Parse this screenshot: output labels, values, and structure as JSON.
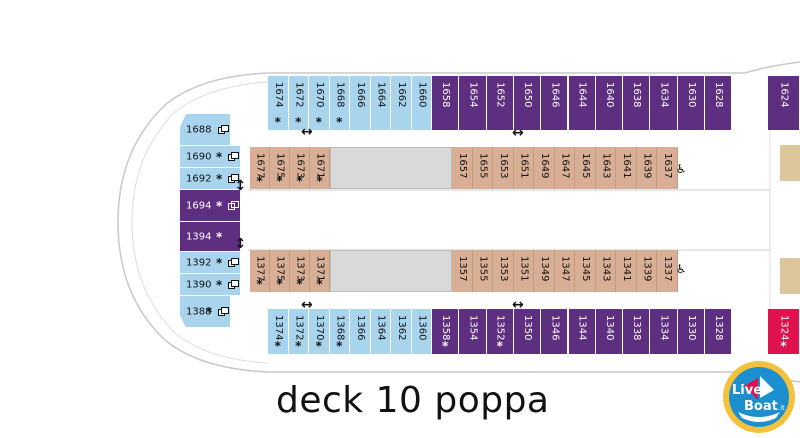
{
  "title": "deck 10 poppa",
  "logo": {
    "line1": "Live",
    "line2": "Boat",
    "suffix": ".it"
  },
  "colors": {
    "blue": "#a9d4ee",
    "purple": "#5e2e80",
    "tan": "#d8ae95",
    "red": "#e0124d",
    "corridor": "#d9d9d9"
  },
  "top_outer": [
    {
      "n": "1674",
      "c": "blue",
      "s": true
    },
    {
      "n": "1672",
      "c": "blue",
      "s": true
    },
    {
      "n": "1670",
      "c": "blue",
      "s": true
    },
    {
      "n": "1668",
      "c": "blue",
      "s": true
    },
    {
      "n": "1666",
      "c": "blue",
      "s": false
    },
    {
      "n": "1664",
      "c": "blue",
      "s": false
    },
    {
      "n": "1662",
      "c": "blue",
      "s": false
    },
    {
      "n": "1660",
      "c": "blue",
      "s": false
    },
    {
      "n": "1658",
      "c": "purple",
      "s": false
    },
    {
      "n": "1654",
      "c": "purple",
      "s": false
    },
    {
      "n": "1652",
      "c": "purple",
      "s": false
    },
    {
      "n": "1650",
      "c": "purple",
      "s": false
    },
    {
      "n": "1646",
      "c": "purple",
      "s": false
    },
    {
      "n": "1644",
      "c": "purple",
      "s": false
    },
    {
      "n": "1640",
      "c": "purple",
      "s": false
    },
    {
      "n": "1638",
      "c": "purple",
      "s": false
    },
    {
      "n": "1634",
      "c": "purple",
      "s": false
    },
    {
      "n": "1630",
      "c": "purple",
      "s": false
    },
    {
      "n": "1628",
      "c": "purple",
      "s": false
    },
    {
      "n": "1624",
      "c": "purple",
      "s": false
    }
  ],
  "top_inner_left": [
    {
      "n": "1677",
      "s": true
    },
    {
      "n": "1675",
      "s": true
    },
    {
      "n": "1673",
      "s": true
    },
    {
      "n": "1671",
      "s": true
    }
  ],
  "top_inner_right": [
    {
      "n": "1657",
      "s": false
    },
    {
      "n": "1655",
      "s": false
    },
    {
      "n": "1653",
      "s": false
    },
    {
      "n": "1651",
      "s": false
    },
    {
      "n": "1649",
      "s": false
    },
    {
      "n": "1647",
      "s": false
    },
    {
      "n": "1645",
      "s": false
    },
    {
      "n": "1643",
      "s": false
    },
    {
      "n": "1641",
      "s": false
    },
    {
      "n": "1639",
      "s": false
    },
    {
      "n": "1637",
      "s": false
    }
  ],
  "bottom_inner_left": [
    {
      "n": "1377",
      "s": true
    },
    {
      "n": "1375",
      "s": true
    },
    {
      "n": "1373",
      "s": true
    },
    {
      "n": "1371",
      "s": true
    }
  ],
  "bottom_inner_right": [
    {
      "n": "1357",
      "s": false
    },
    {
      "n": "1355",
      "s": false
    },
    {
      "n": "1353",
      "s": false
    },
    {
      "n": "1351",
      "s": false
    },
    {
      "n": "1349",
      "s": false
    },
    {
      "n": "1347",
      "s": false
    },
    {
      "n": "1345",
      "s": false
    },
    {
      "n": "1343",
      "s": false
    },
    {
      "n": "1341",
      "s": false
    },
    {
      "n": "1339",
      "s": false
    },
    {
      "n": "1337",
      "s": false
    }
  ],
  "bottom_outer": [
    {
      "n": "1374",
      "c": "blue",
      "s": true
    },
    {
      "n": "1372",
      "c": "blue",
      "s": true
    },
    {
      "n": "1370",
      "c": "blue",
      "s": true
    },
    {
      "n": "1368",
      "c": "blue",
      "s": true
    },
    {
      "n": "1366",
      "c": "blue",
      "s": false
    },
    {
      "n": "1364",
      "c": "blue",
      "s": false
    },
    {
      "n": "1362",
      "c": "blue",
      "s": false
    },
    {
      "n": "1360",
      "c": "blue",
      "s": false
    },
    {
      "n": "1358",
      "c": "purple",
      "s": true
    },
    {
      "n": "1354",
      "c": "purple",
      "s": false
    },
    {
      "n": "1352",
      "c": "purple",
      "s": true
    },
    {
      "n": "1350",
      "c": "purple",
      "s": false
    },
    {
      "n": "1346",
      "c": "purple",
      "s": false
    },
    {
      "n": "1344",
      "c": "purple",
      "s": false
    },
    {
      "n": "1340",
      "c": "purple",
      "s": false
    },
    {
      "n": "1338",
      "c": "purple",
      "s": false
    },
    {
      "n": "1334",
      "c": "purple",
      "s": false
    },
    {
      "n": "1330",
      "c": "purple",
      "s": false
    },
    {
      "n": "1328",
      "c": "purple",
      "s": false
    },
    {
      "n": "1324",
      "c": "red",
      "s": true
    }
  ],
  "aft_cabins": [
    {
      "n": "1688",
      "c": "blue",
      "s": false,
      "sofa": true
    },
    {
      "n": "1690",
      "c": "blue",
      "s": true,
      "sofa": true
    },
    {
      "n": "1692",
      "c": "blue",
      "s": true,
      "sofa": true
    },
    {
      "n": "1694",
      "c": "purple",
      "s": true,
      "sofa": true
    },
    {
      "n": "1394",
      "c": "purple",
      "s": true,
      "sofa": false
    },
    {
      "n": "1392",
      "c": "blue",
      "s": true,
      "sofa": true
    },
    {
      "n": "1390",
      "c": "blue",
      "s": true,
      "sofa": true
    },
    {
      "n": "1388",
      "c": "blue",
      "s": true,
      "sofa": true
    }
  ],
  "legend_symbols": {
    "star": "*",
    "accessible": "♿",
    "connecting": "↔"
  }
}
